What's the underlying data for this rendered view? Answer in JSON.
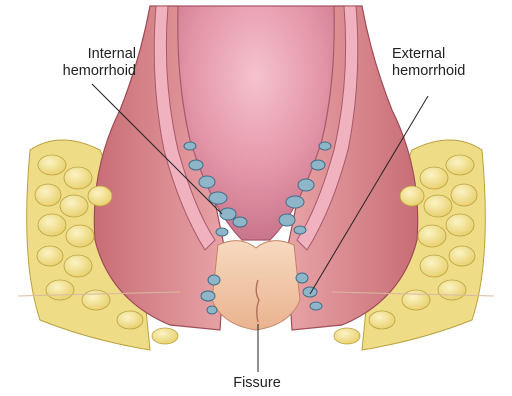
{
  "labels": {
    "internal": {
      "line1": "Internal",
      "line2": "hemorrhoid"
    },
    "external": {
      "line1": "External",
      "line2": "hemorrhoid"
    },
    "fissure": "Fissure"
  },
  "colors": {
    "fat": "#f1e08a",
    "fat_outline": "#b9a23c",
    "muscle": "#d98a8e",
    "muscle_dark": "#b35a63",
    "mucosa": "#e8a0b0",
    "mucosa_light": "#f3c3cc",
    "anal_canal": "#f2c9a6",
    "vessel": "#8fb5c9",
    "leader_line": "#222222"
  }
}
